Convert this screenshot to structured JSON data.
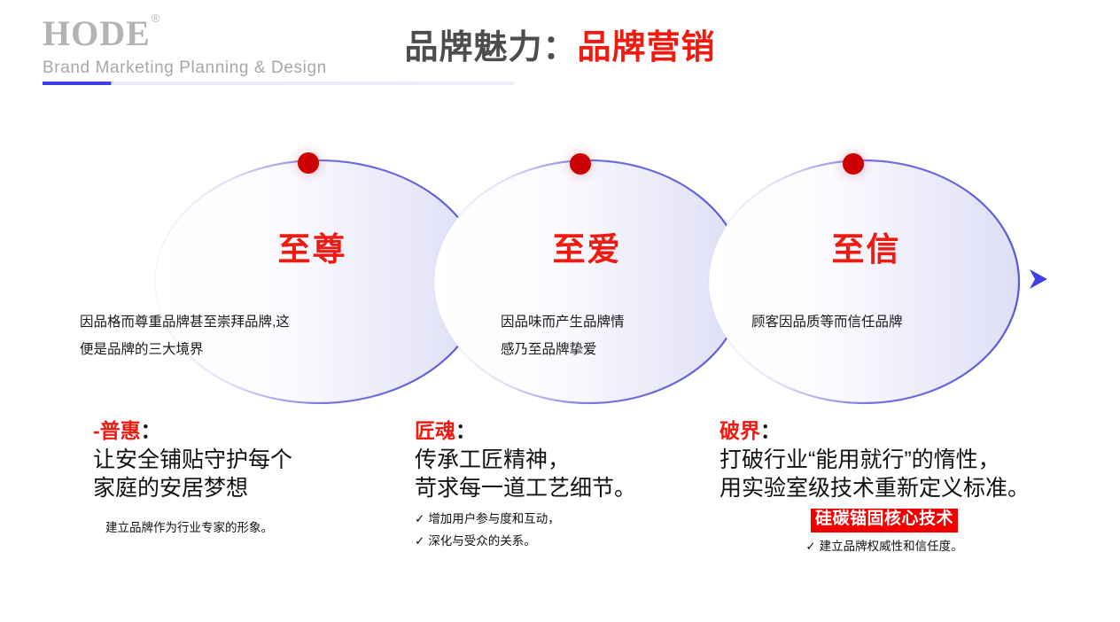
{
  "logo": {
    "word": "HODE",
    "registered_mark": "®",
    "tagline": "Brand  Marketing  Planning & Design"
  },
  "title": {
    "left": "品牌魅力",
    "separator": "：",
    "right": "品牌营销"
  },
  "colors": {
    "red": "#ef1b10",
    "badge_red": "#f20000",
    "blue": "#4040e8",
    "ellipse_stroke": "#5b5bdc",
    "title_gray": "#4d4d4d",
    "logo_gray": "#b3b3b3",
    "dot_red": "#cc0000"
  },
  "stages": [
    {
      "label": "至尊",
      "description_line1": "因品格而尊重品牌甚至崇拜品牌,这",
      "description_line2": "便是品牌的三大境界",
      "dot": "stage-marker-dot"
    },
    {
      "label": "至爱",
      "description_line1": "因品味而产生品牌情",
      "description_line2": "感乃至品牌挚爱",
      "dot": "stage-marker-dot"
    },
    {
      "label": "至信",
      "description_line1": "顾客因品质等而信任品牌",
      "description_line2": "",
      "dot": "stage-marker-dot"
    }
  ],
  "columns": [
    {
      "dash": "-",
      "heading": "普惠",
      "colon": "：",
      "body_line1": "让安全铺贴守护每个",
      "body_line2": "家庭的安居梦想",
      "plain_note": "建立品牌作为行业专家的形象。",
      "notes": [],
      "badge": ""
    },
    {
      "dash": "",
      "heading": "匠魂",
      "colon": "：",
      "body_line1": "传承工匠精神，",
      "body_line2": "苛求每一道工艺细节。",
      "plain_note": "",
      "notes": [
        "增加用户参与度和互动，",
        "深化与受众的关系。"
      ],
      "badge": ""
    },
    {
      "dash": "",
      "heading": "破界",
      "colon": "：",
      "body_line1": "打破行业“能用就行”的惰性，",
      "body_line2": "用实验室级技术重新定义标准。",
      "plain_note": "",
      "notes": [
        "建立品牌权威性和信任度。"
      ],
      "badge": "硅碳锚固核心技术"
    }
  ],
  "icons": {
    "tick": "✓",
    "arrow": "arrow-right-icon"
  }
}
